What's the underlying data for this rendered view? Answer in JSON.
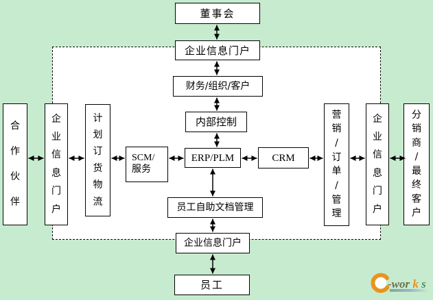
{
  "colors": {
    "page_background": "#c7ebce",
    "panel_background": "#ffffff",
    "box_border": "#000000",
    "logo_orange": "#E8941F",
    "logo_dark": "#6B7055",
    "logo_green": "#4E8E66"
  },
  "boxes": {
    "board": {
      "label": "董事会"
    },
    "portal_top": {
      "label": "企业信息门户"
    },
    "finance_org_customer": {
      "label": "财务/组织/客户"
    },
    "internal_control": {
      "label": "内部控制"
    },
    "scm": {
      "line1": "SCM/",
      "line2": "服务"
    },
    "erp_plm": {
      "label": "ERP/PLM"
    },
    "crm": {
      "label": "CRM"
    },
    "self_service_doc": {
      "label": "员工自助文档管理"
    },
    "portal_bottom": {
      "label": "企业信息门户"
    },
    "employee": {
      "label": "员工"
    },
    "partner": {
      "label": "合作伙伴"
    },
    "portal_left": {
      "label": "企业信息门户"
    },
    "plan_order_logistics": {
      "label": "计划订货物流"
    },
    "marketing_order_mgmt": {
      "label": "营销/订单/管理"
    },
    "portal_right": {
      "label": "企业信息门户"
    },
    "distributor_end_customer": {
      "label": "分销商/最终客户"
    }
  },
  "connections": [
    {
      "from": "board",
      "to": "portal_top",
      "bidirectional": true
    },
    {
      "from": "portal_top",
      "to": "finance_org_customer",
      "bidirectional": true
    },
    {
      "from": "finance_org_customer",
      "to": "internal_control",
      "bidirectional": true
    },
    {
      "from": "internal_control",
      "to": "erp_plm",
      "bidirectional": true
    },
    {
      "from": "erp_plm",
      "to": "self_service_doc",
      "bidirectional": true
    },
    {
      "from": "self_service_doc",
      "to": "portal_bottom",
      "bidirectional": true
    },
    {
      "from": "portal_bottom",
      "to": "employee",
      "bidirectional": true
    },
    {
      "from": "partner",
      "to": "portal_left",
      "bidirectional": true
    },
    {
      "from": "portal_left",
      "to": "plan_order_logistics",
      "bidirectional": true
    },
    {
      "from": "plan_order_logistics",
      "to": "scm",
      "bidirectional": true
    },
    {
      "from": "scm",
      "to": "erp_plm",
      "bidirectional": true
    },
    {
      "from": "erp_plm",
      "to": "crm",
      "bidirectional": true
    },
    {
      "from": "crm",
      "to": "marketing_order_mgmt",
      "bidirectional": true
    },
    {
      "from": "marketing_order_mgmt",
      "to": "portal_right",
      "bidirectional": true
    },
    {
      "from": "portal_right",
      "to": "distributor_end_customer",
      "bidirectional": true
    }
  ],
  "logo": {
    "brand": "e-works",
    "part_wor": "-wor",
    "part_k": "k",
    "part_s": "s"
  }
}
